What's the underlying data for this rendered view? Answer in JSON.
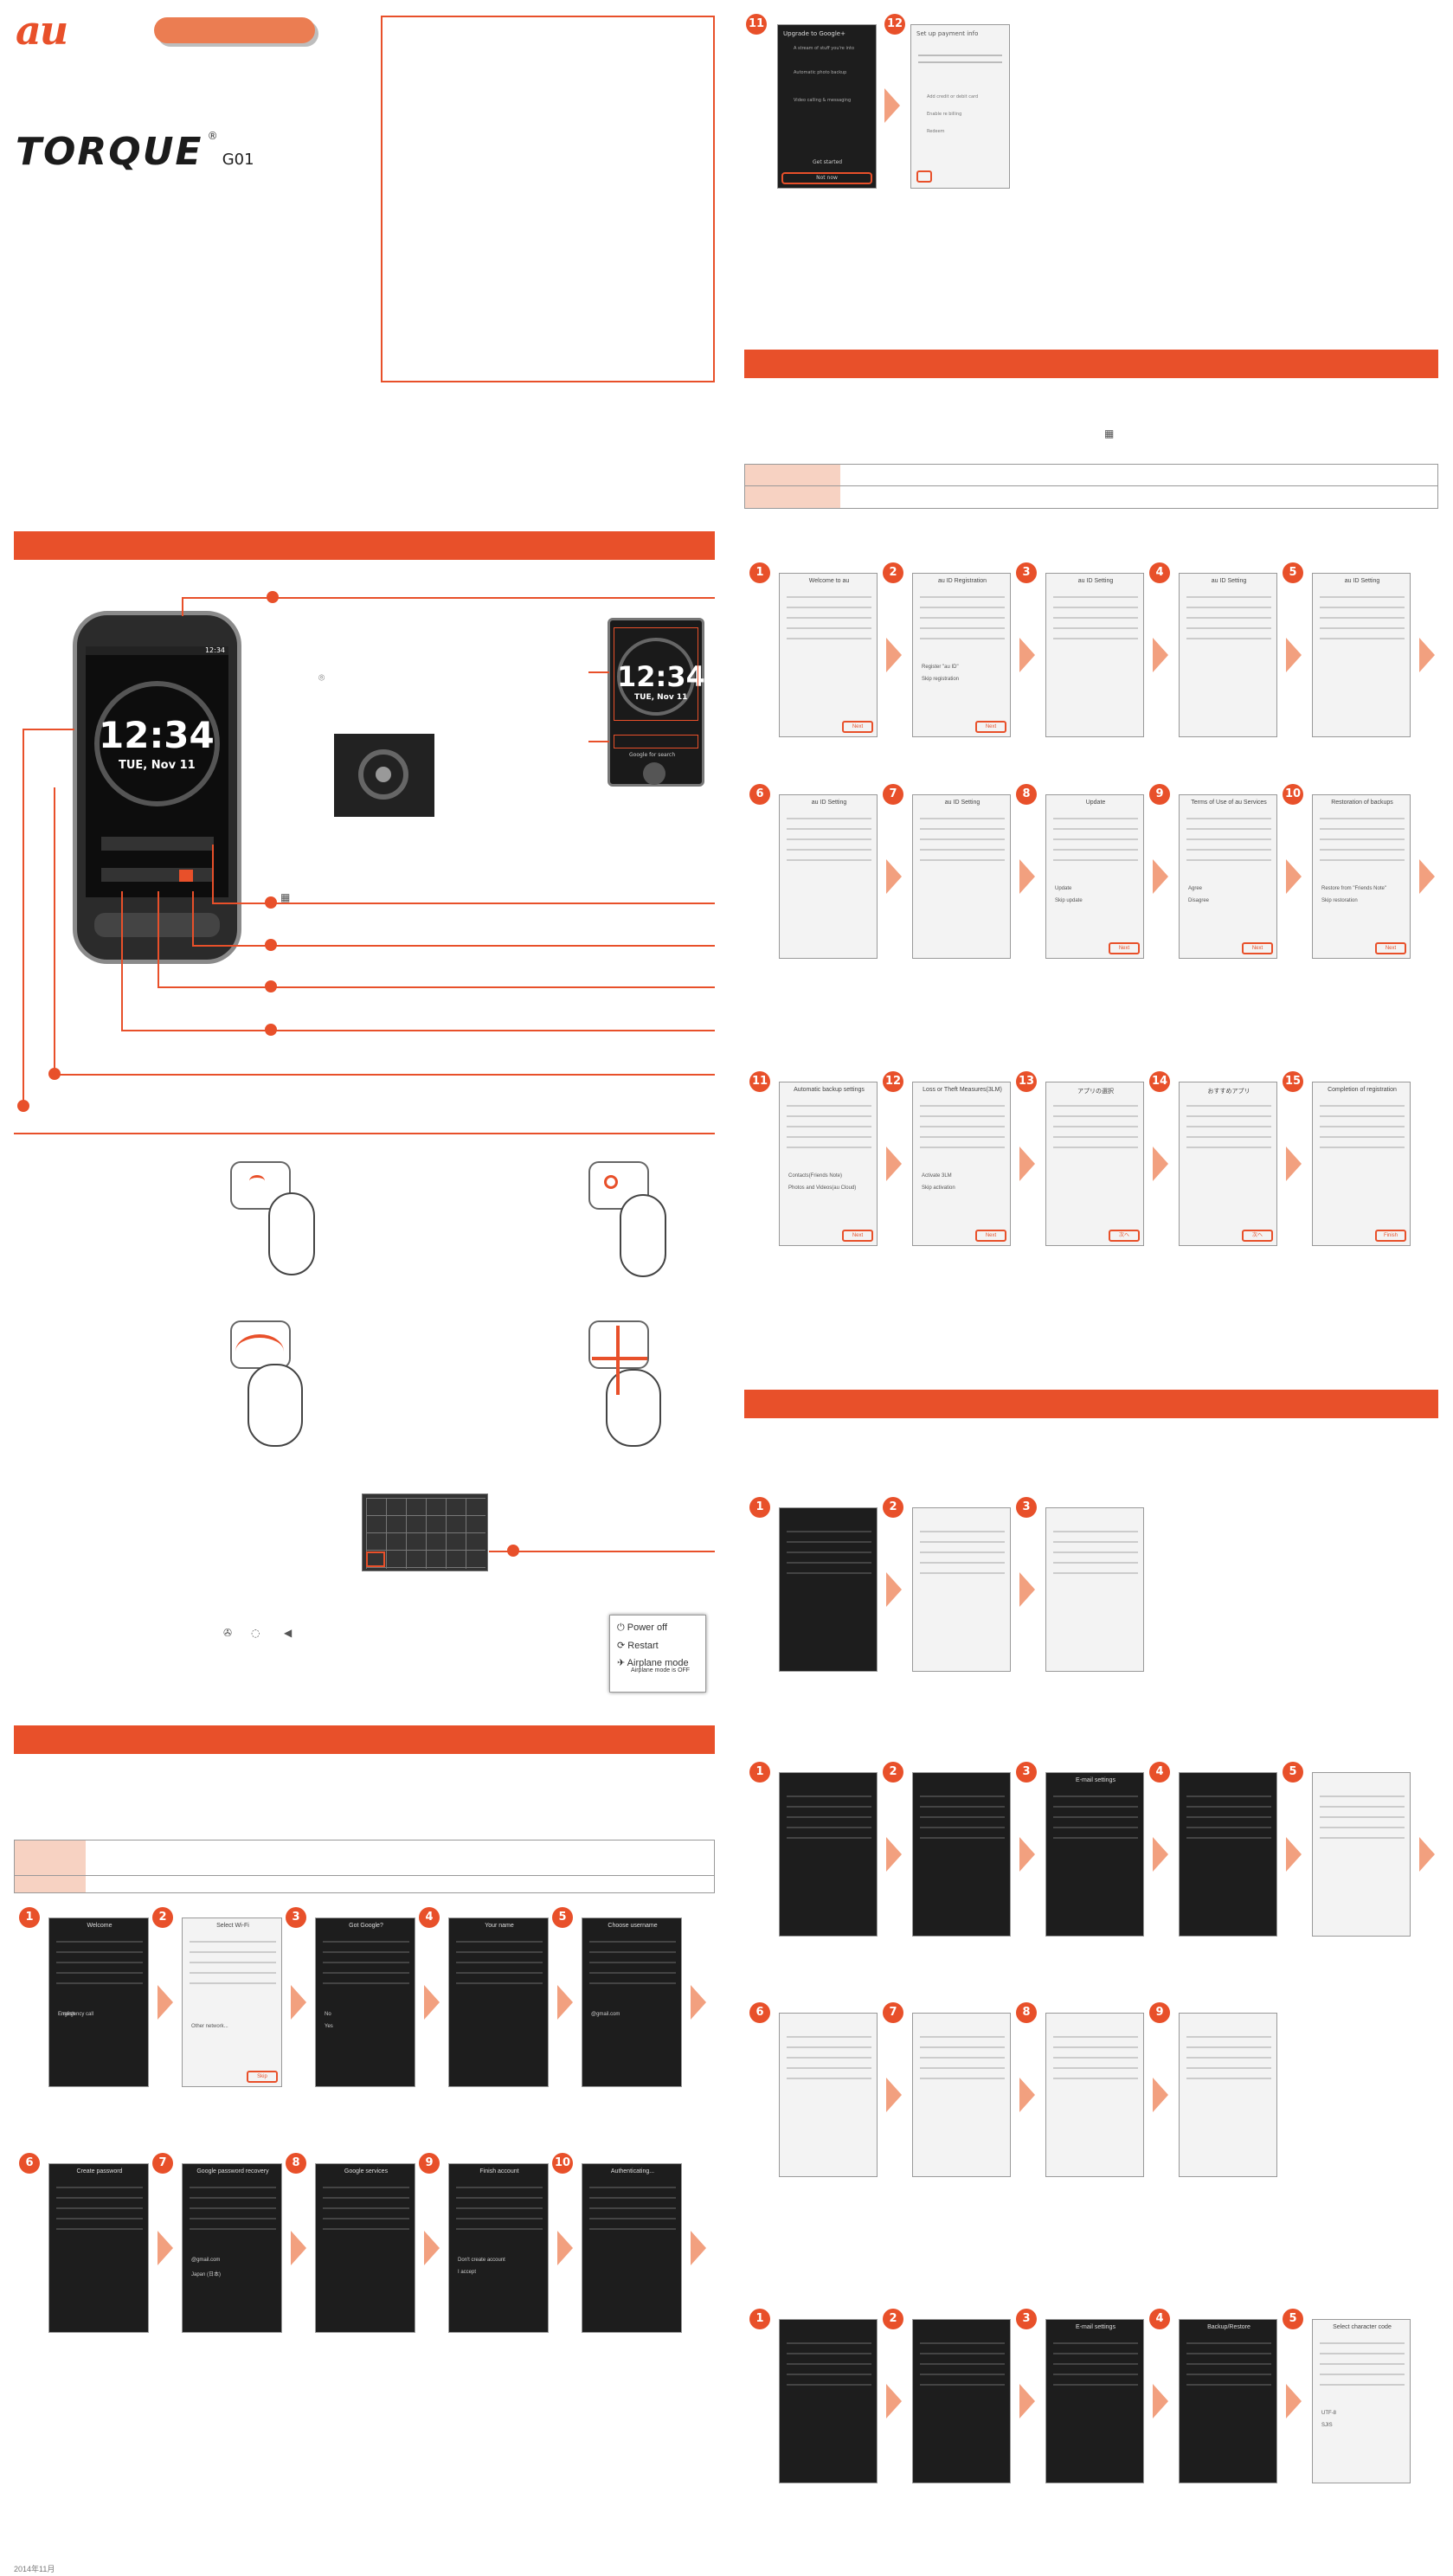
{
  "brand": {
    "au_logo": "au",
    "product_name": "TORQUE",
    "registered_mark": "®",
    "model": "G01"
  },
  "colors": {
    "accent": "#e8502a",
    "accent_light": "#f2a07f",
    "table_left": "#f7d2c2"
  },
  "top_right_screens": {
    "s11": {
      "step": "11",
      "title": "Upgrade to Google+",
      "items": [
        "A stream of stuff you're into",
        "Automatic photo backup",
        "Video calling & messaging"
      ],
      "button_primary": "Get started",
      "button_skip": "Not now"
    },
    "s12": {
      "step": "12",
      "title": "Set up payment info",
      "items": [
        "Add credit or debit card",
        "Enable re billing",
        "Redeem"
      ]
    }
  },
  "au_setting_steps": {
    "row1": [
      {
        "step": "1",
        "title": "Welcome to au",
        "button": "Next"
      },
      {
        "step": "2",
        "title": "au ID Registration",
        "option1": "Register \"au ID\"",
        "option2": "Skip registration",
        "button": "Next"
      },
      {
        "step": "3",
        "title": "au ID Setting"
      },
      {
        "step": "4",
        "title": "au ID Setting"
      },
      {
        "step": "5",
        "title": "au ID Setting"
      }
    ],
    "row2": [
      {
        "step": "6",
        "title": "au ID Setting"
      },
      {
        "step": "7",
        "title": "au ID Setting"
      },
      {
        "step": "8",
        "title": "Update",
        "option1": "Update",
        "option2": "Skip update",
        "button": "Next"
      },
      {
        "step": "9",
        "title": "Terms of Use of au Services",
        "option1": "Agree",
        "option2": "Disagree",
        "button": "Next"
      },
      {
        "step": "10",
        "title": "Restoration of backups",
        "option1": "Restore from \"Friends Note\"",
        "option2": "Skip restoration",
        "button": "Next"
      }
    ],
    "row3": [
      {
        "step": "11",
        "title": "Automatic backup settings",
        "option1": "Contacts(Friends Note)",
        "option2": "Photos and Videos(au Cloud)",
        "button": "Next"
      },
      {
        "step": "12",
        "title": "Loss or Theft Measures(3LM)",
        "option1": "Activate 3LM",
        "option2": "Skip activation",
        "button": "Next"
      },
      {
        "step": "13",
        "title": "アプリの選択",
        "button": "次へ"
      },
      {
        "step": "14",
        "title": "おすすめアプリ",
        "button": "次へ"
      },
      {
        "step": "15",
        "title": "Completion of registration",
        "button": "Finish"
      }
    ]
  },
  "phone_diagram": {
    "status_time": "12:34",
    "clock_time": "12:34",
    "clock_date": "TUE, Nov 11",
    "inset_time": "12:34",
    "inset_date": "TUE, Nov 11",
    "inset_caption": "Google for search"
  },
  "google_setup": {
    "row1": [
      {
        "step": "1",
        "title": "Welcome",
        "lang": "English",
        "emergency": "Emergency call"
      },
      {
        "step": "2",
        "title": "Select Wi-Fi",
        "other": "Other network...",
        "button": "Skip"
      },
      {
        "step": "3",
        "title": "Got Google?",
        "button1": "Yes",
        "button2": "No"
      },
      {
        "step": "4",
        "title": "Your name"
      },
      {
        "step": "5",
        "title": "Choose username",
        "domain": "@gmail.com"
      }
    ],
    "row2": [
      {
        "step": "6",
        "title": "Create password"
      },
      {
        "step": "7",
        "title": "Google password recovery",
        "domain": "@gmail.com",
        "country": "Japan (日本)"
      },
      {
        "step": "8",
        "title": "Google services"
      },
      {
        "step": "9",
        "title": "Finish account",
        "button1": "I accept",
        "button2": "Don't create account"
      },
      {
        "step": "10",
        "title": "Authenticating..."
      }
    ]
  },
  "email_steps": {
    "a": [
      {
        "step": "1"
      },
      {
        "step": "2"
      },
      {
        "step": "3"
      }
    ],
    "b": [
      {
        "step": "1"
      },
      {
        "step": "2"
      },
      {
        "step": "3",
        "title": "E-mail settings"
      },
      {
        "step": "4"
      },
      {
        "step": "5"
      }
    ],
    "c": [
      {
        "step": "6"
      },
      {
        "step": "7"
      },
      {
        "step": "8"
      },
      {
        "step": "9"
      }
    ],
    "d": [
      {
        "step": "1"
      },
      {
        "step": "2"
      },
      {
        "step": "3",
        "title": "E-mail settings"
      },
      {
        "step": "4",
        "title": "Backup/Restore"
      },
      {
        "step": "5",
        "title": "Select character code",
        "opt1": "UTF-8",
        "opt2": "SJIS"
      }
    ]
  },
  "power_menu": {
    "item1": "Power off",
    "item2": "Restart",
    "item3": "Airplane mode",
    "item3_sub": "Airplane mode is OFF"
  },
  "footer": {
    "text": "2014年11月"
  }
}
